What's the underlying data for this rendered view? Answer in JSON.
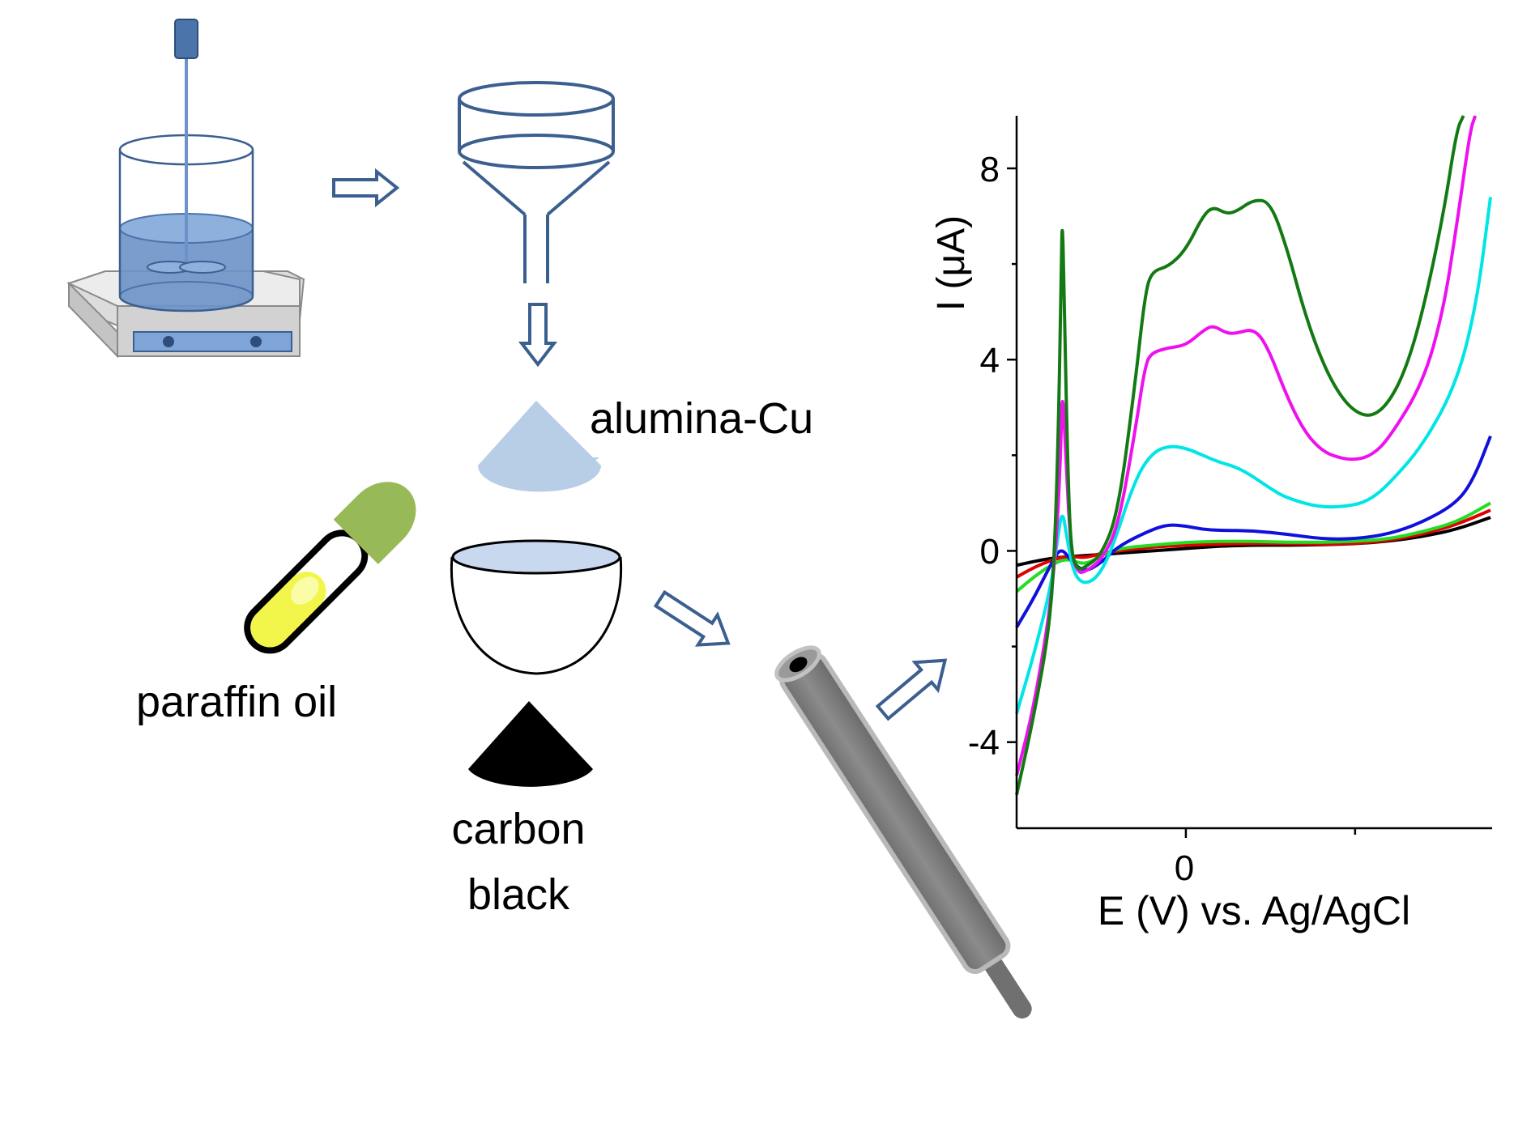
{
  "labels": {
    "alumina": "alumina-Cu",
    "paraffin": "paraffin oil",
    "carbon_line1": "carbon",
    "carbon_line2": "black"
  },
  "chart_data": {
    "type": "line",
    "xlabel": "E (V) vs. Ag/AgCl",
    "ylabel": "I (μA)",
    "x_tick_labels": [
      "0"
    ],
    "y_tick_labels": [
      "8",
      "4",
      "0",
      "-4"
    ],
    "xlim": [
      -0.5,
      0.9
    ],
    "ylim": [
      -5.8,
      9.1
    ],
    "x_tick_positions": [
      0
    ],
    "y_tick_positions": [
      8,
      4,
      0,
      -4
    ],
    "grid": false,
    "series": [
      {
        "color": "#000000",
        "points": [
          [
            -0.5,
            -0.3
          ],
          [
            -0.4,
            -0.15
          ],
          [
            -0.3,
            -0.1
          ],
          [
            -0.2,
            -0.05
          ],
          [
            -0.1,
            0.0
          ],
          [
            0.0,
            0.05
          ],
          [
            0.1,
            0.1
          ],
          [
            0.2,
            0.12
          ],
          [
            0.3,
            0.12
          ],
          [
            0.4,
            0.13
          ],
          [
            0.5,
            0.15
          ],
          [
            0.6,
            0.2
          ],
          [
            0.7,
            0.3
          ],
          [
            0.8,
            0.45
          ],
          [
            0.9,
            0.7
          ]
        ]
      },
      {
        "color": "#e00000",
        "points": [
          [
            -0.5,
            -0.55
          ],
          [
            -0.45,
            -0.35
          ],
          [
            -0.4,
            -0.2
          ],
          [
            -0.35,
            -0.1
          ],
          [
            -0.3,
            -0.15
          ],
          [
            -0.25,
            -0.05
          ],
          [
            -0.2,
            0.0
          ],
          [
            -0.1,
            0.08
          ],
          [
            0.0,
            0.12
          ],
          [
            0.1,
            0.14
          ],
          [
            0.2,
            0.16
          ],
          [
            0.3,
            0.15
          ],
          [
            0.4,
            0.14
          ],
          [
            0.5,
            0.15
          ],
          [
            0.6,
            0.22
          ],
          [
            0.7,
            0.35
          ],
          [
            0.8,
            0.55
          ],
          [
            0.9,
            0.85
          ]
        ]
      },
      {
        "color": "#22dd22",
        "points": [
          [
            -0.5,
            -0.85
          ],
          [
            -0.45,
            -0.55
          ],
          [
            -0.4,
            -0.3
          ],
          [
            -0.35,
            -0.15
          ],
          [
            -0.3,
            -0.3
          ],
          [
            -0.25,
            -0.1
          ],
          [
            -0.2,
            0.05
          ],
          [
            -0.1,
            0.12
          ],
          [
            0.0,
            0.18
          ],
          [
            0.1,
            0.2
          ],
          [
            0.2,
            0.2
          ],
          [
            0.3,
            0.18
          ],
          [
            0.4,
            0.18
          ],
          [
            0.5,
            0.2
          ],
          [
            0.6,
            0.25
          ],
          [
            0.7,
            0.4
          ],
          [
            0.8,
            0.6
          ],
          [
            0.9,
            1.0
          ]
        ]
      },
      {
        "color": "#1010dd",
        "points": [
          [
            -0.5,
            -1.6
          ],
          [
            -0.45,
            -1.0
          ],
          [
            -0.4,
            -0.3
          ],
          [
            -0.37,
            0.08
          ],
          [
            -0.34,
            -0.2
          ],
          [
            -0.3,
            -0.45
          ],
          [
            -0.25,
            -0.25
          ],
          [
            -0.2,
            0.1
          ],
          [
            -0.1,
            0.45
          ],
          [
            -0.05,
            0.55
          ],
          [
            0.0,
            0.52
          ],
          [
            0.05,
            0.45
          ],
          [
            0.1,
            0.43
          ],
          [
            0.2,
            0.42
          ],
          [
            0.3,
            0.35
          ],
          [
            0.4,
            0.25
          ],
          [
            0.5,
            0.25
          ],
          [
            0.6,
            0.35
          ],
          [
            0.7,
            0.6
          ],
          [
            0.8,
            1.0
          ],
          [
            0.85,
            1.5
          ],
          [
            0.9,
            2.4
          ]
        ]
      },
      {
        "color": "#00e5e5",
        "points": [
          [
            -0.5,
            -3.4
          ],
          [
            -0.45,
            -2.2
          ],
          [
            -0.4,
            -0.8
          ],
          [
            -0.38,
            0.2
          ],
          [
            -0.365,
            0.9
          ],
          [
            -0.35,
            0.2
          ],
          [
            -0.33,
            -0.5
          ],
          [
            -0.3,
            -0.7
          ],
          [
            -0.26,
            -0.55
          ],
          [
            -0.22,
            0.0
          ],
          [
            -0.15,
            1.5
          ],
          [
            -0.1,
            2.05
          ],
          [
            -0.05,
            2.2
          ],
          [
            0.0,
            2.15
          ],
          [
            0.05,
            2.0
          ],
          [
            0.1,
            1.85
          ],
          [
            0.15,
            1.75
          ],
          [
            0.2,
            1.55
          ],
          [
            0.25,
            1.3
          ],
          [
            0.3,
            1.1
          ],
          [
            0.4,
            0.9
          ],
          [
            0.5,
            0.95
          ],
          [
            0.55,
            1.1
          ],
          [
            0.6,
            1.4
          ],
          [
            0.7,
            2.2
          ],
          [
            0.8,
            3.5
          ],
          [
            0.86,
            5.2
          ],
          [
            0.9,
            7.4
          ]
        ]
      },
      {
        "color": "#ee11ee",
        "points": [
          [
            -0.5,
            -4.7
          ],
          [
            -0.45,
            -3.3
          ],
          [
            -0.4,
            -1.2
          ],
          [
            -0.38,
            0.5
          ],
          [
            -0.37,
            2.0
          ],
          [
            -0.365,
            3.5
          ],
          [
            -0.355,
            2.0
          ],
          [
            -0.34,
            0.0
          ],
          [
            -0.32,
            -0.45
          ],
          [
            -0.3,
            -0.45
          ],
          [
            -0.25,
            -0.2
          ],
          [
            -0.2,
            0.5
          ],
          [
            -0.15,
            2.5
          ],
          [
            -0.12,
            3.9
          ],
          [
            -0.1,
            4.15
          ],
          [
            -0.05,
            4.25
          ],
          [
            0.0,
            4.3
          ],
          [
            0.05,
            4.6
          ],
          [
            0.08,
            4.72
          ],
          [
            0.12,
            4.55
          ],
          [
            0.15,
            4.55
          ],
          [
            0.2,
            4.65
          ],
          [
            0.24,
            4.3
          ],
          [
            0.3,
            3.2
          ],
          [
            0.35,
            2.5
          ],
          [
            0.4,
            2.1
          ],
          [
            0.45,
            1.95
          ],
          [
            0.5,
            1.9
          ],
          [
            0.55,
            2.0
          ],
          [
            0.6,
            2.35
          ],
          [
            0.7,
            3.5
          ],
          [
            0.76,
            5.0
          ],
          [
            0.8,
            6.8
          ],
          [
            0.84,
            8.8
          ],
          [
            0.855,
            9.1
          ]
        ]
      },
      {
        "color": "#137a13",
        "points": [
          [
            -0.5,
            -5.1
          ],
          [
            -0.45,
            -3.5
          ],
          [
            -0.4,
            -1.5
          ],
          [
            -0.385,
            0.5
          ],
          [
            -0.375,
            3.0
          ],
          [
            -0.368,
            6.0
          ],
          [
            -0.365,
            7.0
          ],
          [
            -0.36,
            5.5
          ],
          [
            -0.35,
            2.0
          ],
          [
            -0.34,
            0.0
          ],
          [
            -0.32,
            -0.4
          ],
          [
            -0.3,
            -0.35
          ],
          [
            -0.25,
            -0.1
          ],
          [
            -0.2,
            0.8
          ],
          [
            -0.15,
            3.5
          ],
          [
            -0.12,
            5.4
          ],
          [
            -0.1,
            5.85
          ],
          [
            -0.05,
            5.95
          ],
          [
            0.0,
            6.3
          ],
          [
            0.05,
            7.0
          ],
          [
            0.08,
            7.2
          ],
          [
            0.12,
            7.05
          ],
          [
            0.15,
            7.1
          ],
          [
            0.2,
            7.35
          ],
          [
            0.25,
            7.3
          ],
          [
            0.3,
            6.3
          ],
          [
            0.35,
            5.0
          ],
          [
            0.4,
            4.0
          ],
          [
            0.45,
            3.3
          ],
          [
            0.5,
            2.9
          ],
          [
            0.55,
            2.8
          ],
          [
            0.6,
            3.1
          ],
          [
            0.65,
            3.8
          ],
          [
            0.7,
            5.0
          ],
          [
            0.76,
            7.0
          ],
          [
            0.8,
            8.8
          ],
          [
            0.82,
            9.1
          ]
        ]
      }
    ]
  }
}
